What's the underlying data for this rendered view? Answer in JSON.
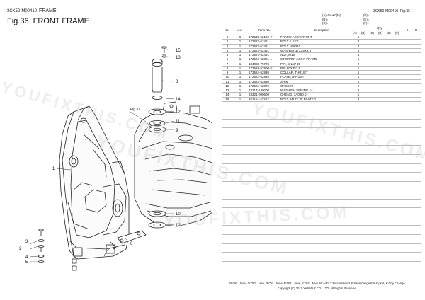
{
  "header": {
    "model": "3CK50-M00410",
    "section": "FRAME",
    "fig_title": "Fig.36.  FRONT FRAME",
    "right_model": "3CK50-M00410",
    "right_fig": "Fig.36"
  },
  "legend": {
    "a": "(A)=V4-K0(M)",
    "b": "(B)=",
    "c": "(C)=",
    "d": "(D)=",
    "e": "(E)=",
    "f": "(F)="
  },
  "table_header": {
    "no": "No.",
    "lev": "Lev.",
    "parts_no": "Parts No.",
    "description": "Description",
    "qty": "Q'ty",
    "col_a": "(A)",
    "col_b": "(B)",
    "col_c": "(C)",
    "col_d": "(D)",
    "col_e": "(E)",
    "col_f": "(F)",
    "i": "I",
    "r": "R"
  },
  "parts": [
    {
      "no": "1",
      "lev": "1",
      "pn": "172539-52102-Y",
      "desc": "FRAME ASSY,FRONT",
      "qa": "1"
    },
    {
      "no": "2",
      "lev": "1",
      "pn": "172527-52411",
      "desc": "BOLT F SET",
      "qa": "4"
    },
    {
      "no": "3",
      "lev": "1",
      "pn": "172527-52421",
      "desc": "BOLT 16X310",
      "qa": "4"
    },
    {
      "no": "4",
      "lev": "1",
      "pn": "172527-52431",
      "desc": "WASHER 17X35X4.5",
      "qa": "8"
    },
    {
      "no": "5",
      "lev": "1",
      "pn": "172527-52451",
      "desc": "NUT, M16",
      "qa": "4"
    },
    {
      "no": "6",
      "lev": "1",
      "pn": "172527-52881-1",
      "desc": "STOPPER ASSY, FRAME",
      "qa": "1"
    },
    {
      "no": "7",
      "lev": "1",
      "pn": "184080-75790",
      "desc": "PIN, SNAP 28",
      "qa": "2"
    },
    {
      "no": "8",
      "lev": "1",
      "pn": "172528-52800-Y",
      "desc": "PIN 60X357.5",
      "qa": "1"
    },
    {
      "no": "9",
      "lev": "1",
      "pn": "172524-52830",
      "desc": "COLLAR, THRUST",
      "qa": "1"
    },
    {
      "no": "10",
      "lev": "1",
      "pn": "172524-52840",
      "desc": "PLATE,THRUST",
      "qa": "1"
    },
    {
      "no": "11",
      "lev": "1",
      "pn": "172524-52850",
      "desc": "SHIM",
      "qa": "1"
    },
    {
      "no": "12",
      "lev": "1",
      "pn": "172524-52870",
      "desc": "GASKET",
      "qa": "2"
    },
    {
      "no": "13",
      "lev": "1",
      "pn": "22217-140000",
      "desc": "WASHER, SPRING 14",
      "qa": "4"
    },
    {
      "no": "14",
      "lev": "1",
      "pn": "24321-000600",
      "desc": "O-RING, 1AG60.0",
      "qa": "1"
    },
    {
      "no": "15",
      "lev": "1",
      "pn": "26116-140352",
      "desc": "BOLT, M14X 35 PLATED",
      "qa": "4"
    }
  ],
  "callouts": [
    "1",
    "2",
    "3",
    "4",
    "5",
    "6",
    "7",
    "8",
    "9",
    "10",
    "11",
    "12",
    "13",
    "14",
    "15"
  ],
  "fig_ref": "Fig.37",
  "footer": {
    "line1": "N:Old→New, O:Old→New, R:Old→New, N:Old→New, S:Old→New, W:Add, Z:Discontinued, F:Interchangeable by set, K:Q'ty Change",
    "line2": "Copyright (C) 2015 YANMAR CO., LTD. All Rights Reserved."
  },
  "watermark": "YOUFIXTHIS.COM",
  "colors": {
    "ink": "#111111",
    "line": "#333333",
    "watermark": "#bebebe"
  }
}
